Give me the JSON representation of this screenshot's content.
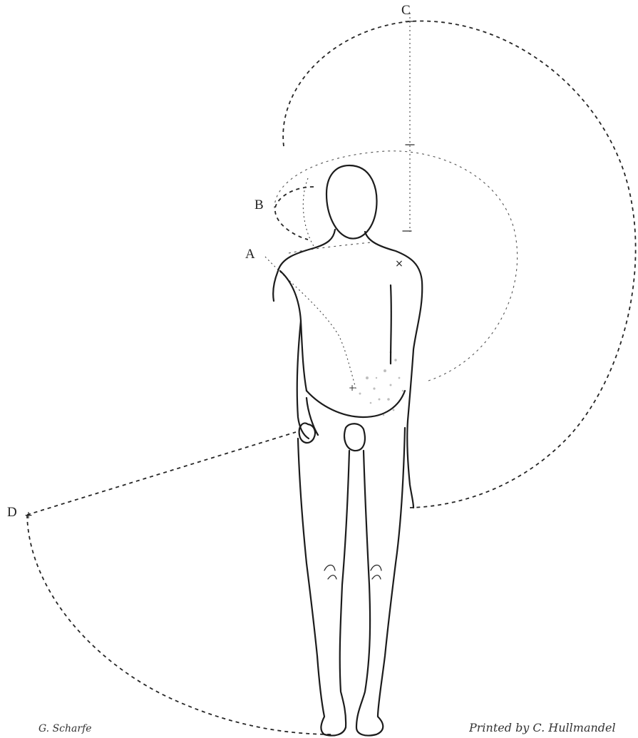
{
  "labels": {
    "a": "A",
    "b": "B",
    "c": "C",
    "d": "D"
  },
  "credits": {
    "artist": "G. Scharfe",
    "printer": "Printed by C. Hullmandel"
  },
  "colors": {
    "paper": "#ffffff",
    "ink": "#1c1c1c"
  }
}
